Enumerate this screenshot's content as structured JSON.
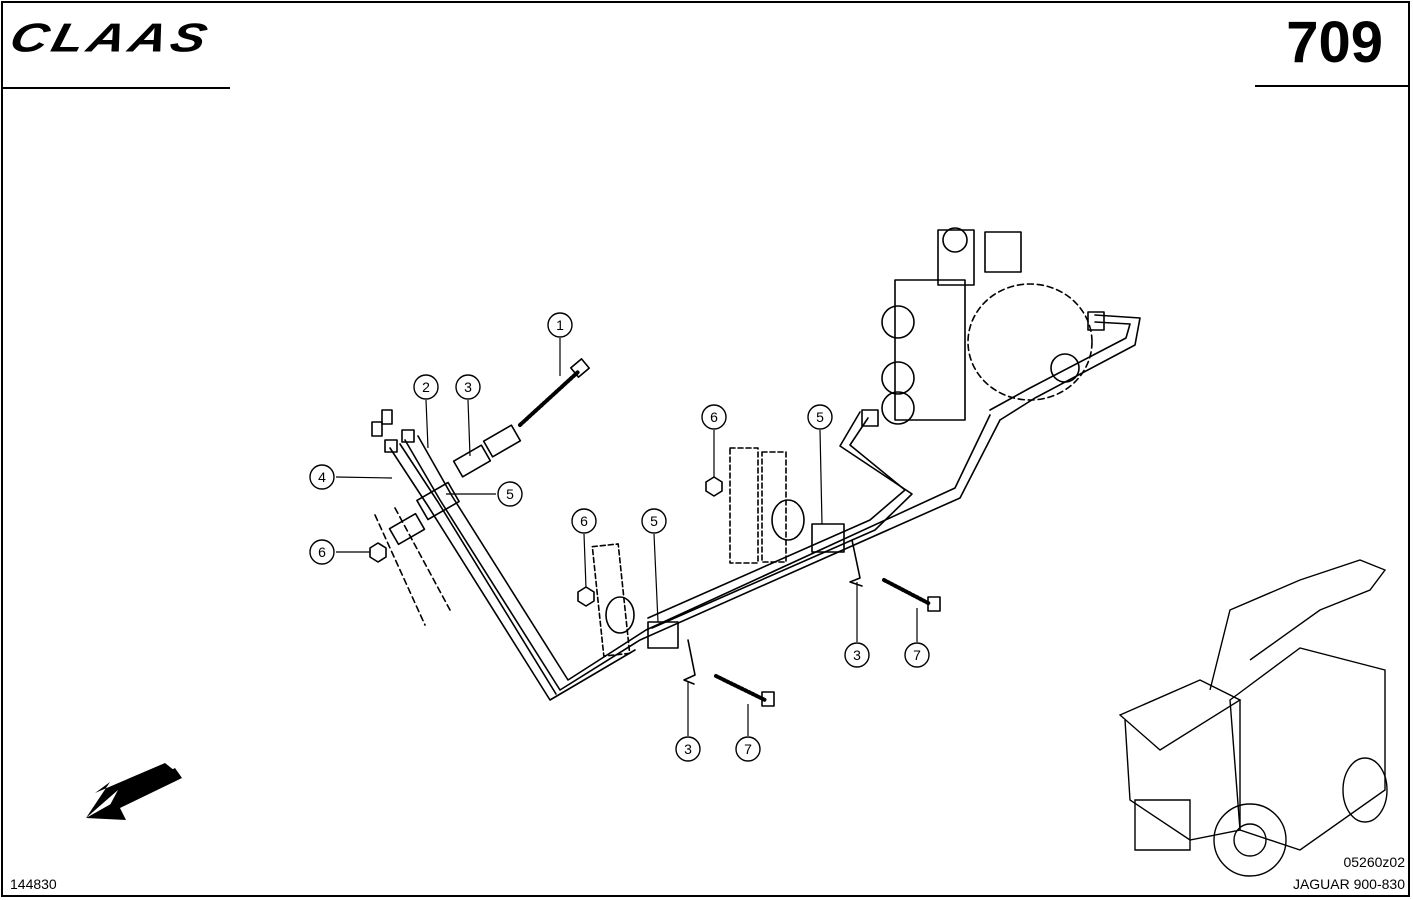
{
  "header": {
    "brand": "CLAAS",
    "page_number": "709"
  },
  "footer": {
    "drawing_number": "144830",
    "reference_code": "05260z02",
    "model": "JAGUAR 900-830"
  },
  "callouts": [
    {
      "label": "1"
    },
    {
      "label": "2"
    },
    {
      "label": "3"
    },
    {
      "label": "4"
    },
    {
      "label": "5"
    },
    {
      "label": "6"
    },
    {
      "label": "6"
    },
    {
      "label": "5"
    },
    {
      "label": "6"
    },
    {
      "label": "5"
    },
    {
      "label": "3"
    },
    {
      "label": "7"
    },
    {
      "label": "3"
    },
    {
      "label": "7"
    }
  ]
}
